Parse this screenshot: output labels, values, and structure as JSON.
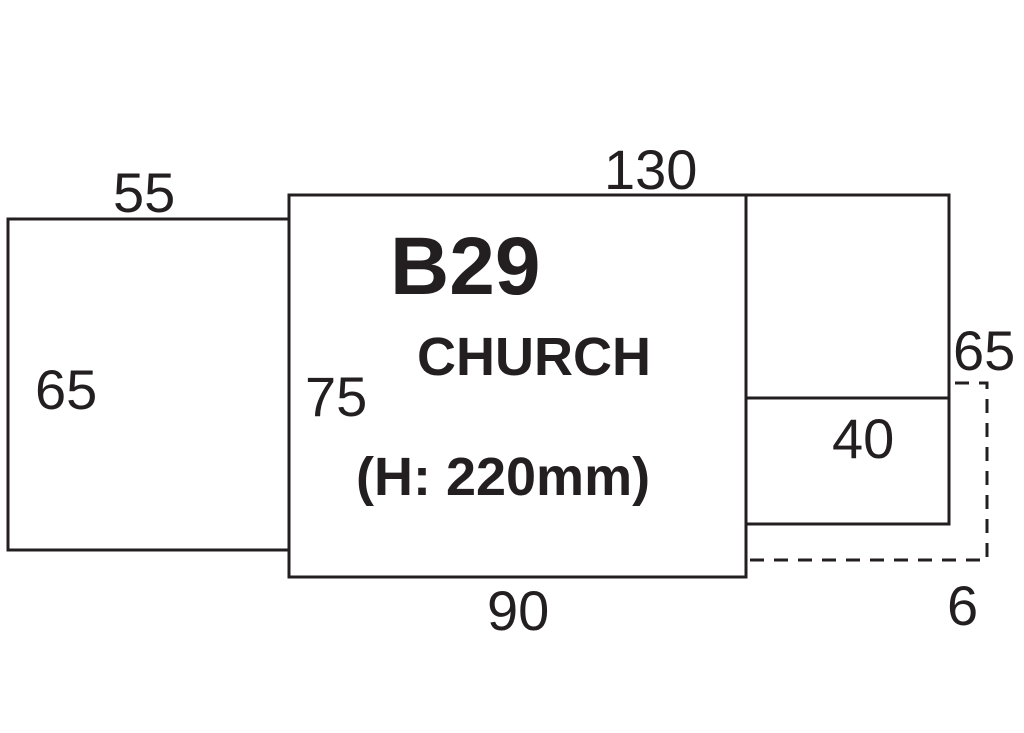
{
  "diagram": {
    "title": "B29",
    "subtitle": "CHURCH",
    "height_note": "(H: 220mm)",
    "dimensions": {
      "left_top": "55",
      "left_side": "65",
      "center_top": "130",
      "center_side": "75",
      "center_bottom": "90",
      "right_side": "65",
      "right_inner": "40",
      "right_bottom": "6"
    }
  }
}
